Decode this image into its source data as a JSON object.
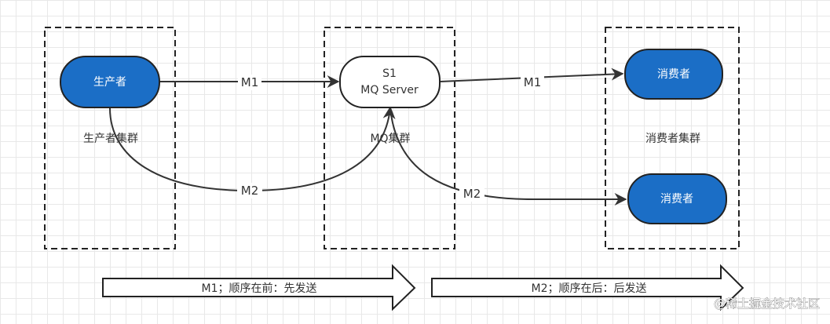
{
  "clusters": {
    "producer": {
      "label": "生产者集群"
    },
    "mq": {
      "label": "MQ集群"
    },
    "consumer": {
      "label": "消费者集群"
    }
  },
  "nodes": {
    "producer": {
      "label": "生产者"
    },
    "server_id": {
      "label": "S1"
    },
    "server_name": {
      "label": "MQ Server"
    },
    "consumer1": {
      "label": "消费者"
    },
    "consumer2": {
      "label": "消费者"
    }
  },
  "edges": {
    "producer_to_server_m1": {
      "label": "M1"
    },
    "server_to_consumer1_m1": {
      "label": "M1"
    },
    "producer_to_server_m2": {
      "label": "M2"
    },
    "server_to_consumer2_m2": {
      "label": "M2"
    }
  },
  "notes": {
    "order_first": "M1；顺序在前：先发送",
    "order_second": "M2；顺序在后：后发送"
  },
  "watermark": "@稀土掘金技术社区",
  "colors": {
    "node_fill": "#1b6ec6",
    "stroke": "#333333",
    "canvas": "#ffffff",
    "grid": "#e8e8e8"
  }
}
